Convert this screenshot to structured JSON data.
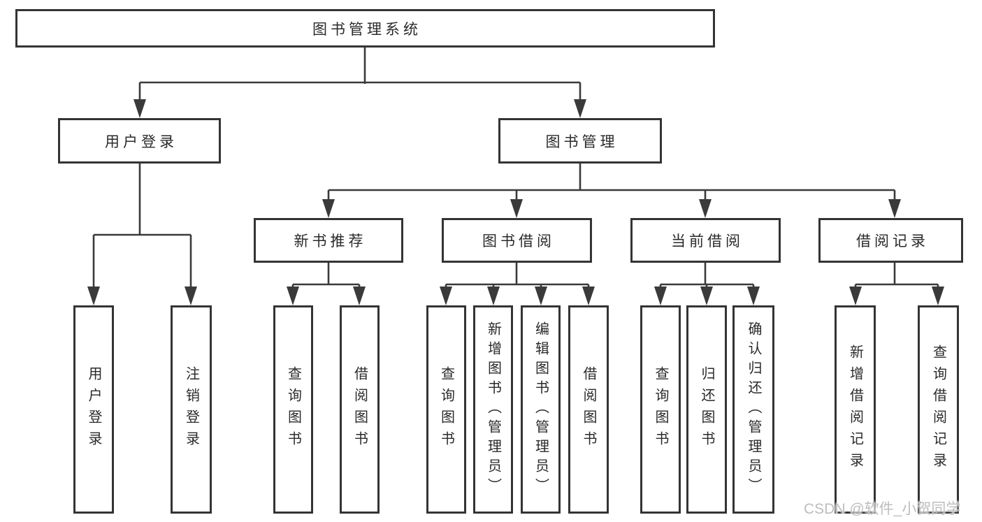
{
  "diagram_type": "hierarchy-tree",
  "colors": {
    "background": "#ffffff",
    "box_border": "#343434",
    "connector_line": "#3a3a3a",
    "text": "#2a2a2a",
    "watermark": "#bdbdbd"
  },
  "tree": {
    "label": "图书管理系统",
    "children": [
      {
        "label": "用户登录",
        "children": [
          {
            "label": "用户登录"
          },
          {
            "label": "注销登录"
          }
        ]
      },
      {
        "label": "图书管理",
        "children": [
          {
            "label": "新书推荐",
            "children": [
              {
                "label": "查询图书"
              },
              {
                "label": "借阅图书"
              }
            ]
          },
          {
            "label": "图书借阅",
            "children": [
              {
                "label": "查询图书"
              },
              {
                "label": "新增图书（管理员）"
              },
              {
                "label": "编辑图书（管理员）"
              },
              {
                "label": "借阅图书"
              }
            ]
          },
          {
            "label": "当前借阅",
            "children": [
              {
                "label": "查询图书"
              },
              {
                "label": "归还图书"
              },
              {
                "label": "确认归还（管理员）"
              }
            ]
          },
          {
            "label": "借阅记录",
            "children": [
              {
                "label": "新增借阅记录"
              },
              {
                "label": "查询借阅记录"
              }
            ]
          }
        ]
      }
    ]
  },
  "watermark": {
    "text": "CSDN @软件_小贺同学"
  }
}
